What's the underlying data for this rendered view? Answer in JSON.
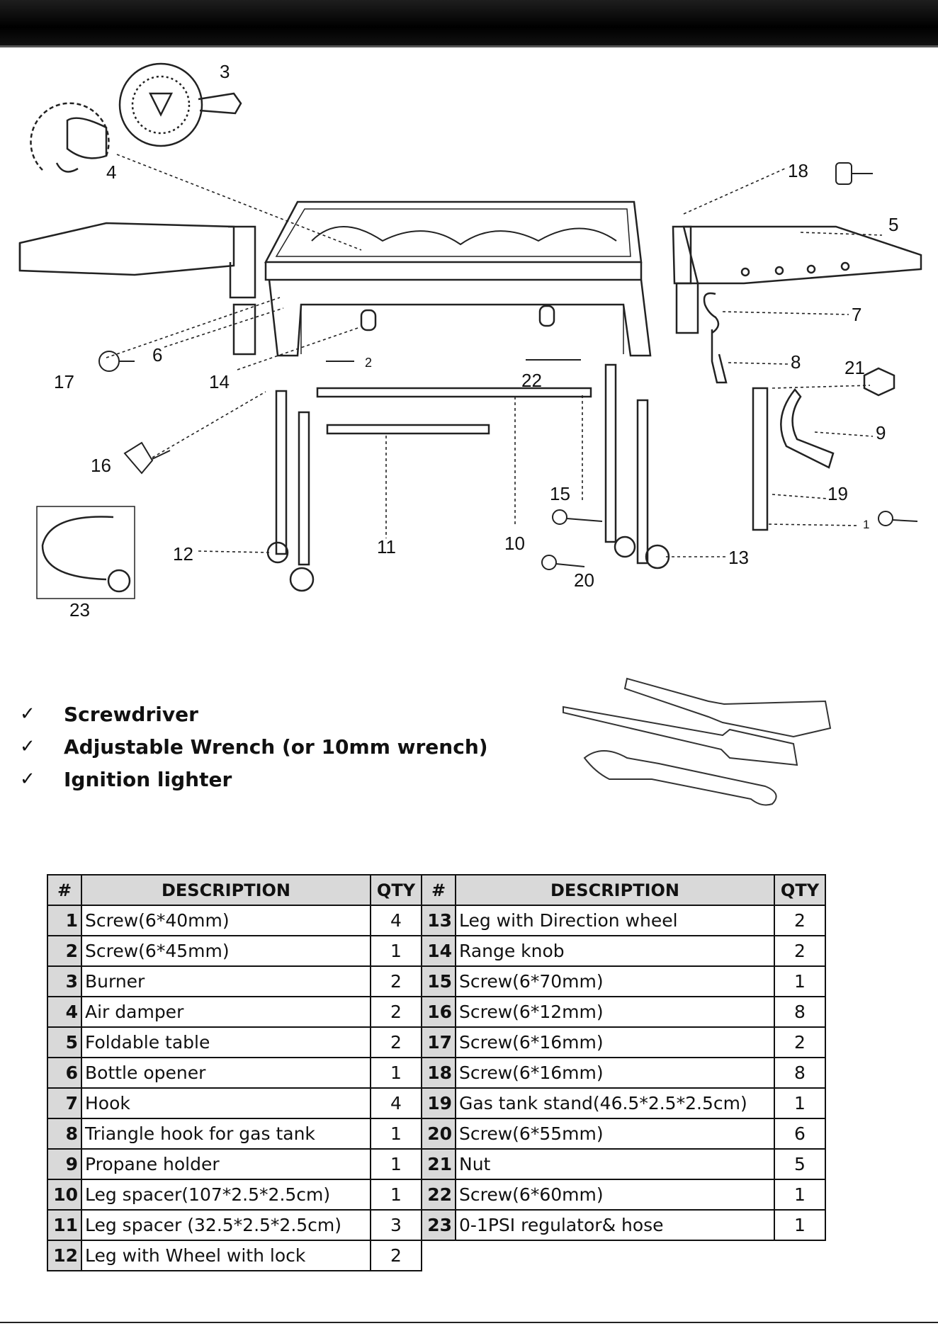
{
  "callouts": [
    "1",
    "2",
    "3",
    "4",
    "5",
    "6",
    "7",
    "8",
    "9",
    "10",
    "11",
    "12",
    "13",
    "14",
    "15",
    "16",
    "17",
    "18",
    "19",
    "20",
    "21",
    "22",
    "23"
  ],
  "tools": [
    {
      "check": "✓",
      "label": "Screwdriver"
    },
    {
      "check": "✓",
      "label": "Adjustable Wrench (or 10mm wrench)"
    },
    {
      "check": "✓",
      "label": "Ignition lighter"
    }
  ],
  "table": {
    "headers": {
      "num": "#",
      "desc": "DESCRIPTION",
      "qty": "QTY"
    },
    "left": [
      {
        "num": "1",
        "desc": "Screw(6*40mm)",
        "qty": "4"
      },
      {
        "num": "2",
        "desc": "Screw(6*45mm)",
        "qty": "1"
      },
      {
        "num": "3",
        "desc": "Burner",
        "qty": "2"
      },
      {
        "num": "4",
        "desc": "Air damper",
        "qty": "2"
      },
      {
        "num": "5",
        "desc": "Foldable table",
        "qty": "2"
      },
      {
        "num": "6",
        "desc": "Bottle opener",
        "qty": "1"
      },
      {
        "num": "7",
        "desc": "Hook",
        "qty": "4"
      },
      {
        "num": "8",
        "desc": "Triangle hook for gas tank",
        "qty": "1"
      },
      {
        "num": "9",
        "desc": "Propane holder",
        "qty": "1"
      },
      {
        "num": "10",
        "desc": "Leg spacer(107*2.5*2.5cm)",
        "qty": "1"
      },
      {
        "num": "11",
        "desc": "Leg spacer (32.5*2.5*2.5cm)",
        "qty": "3"
      },
      {
        "num": "12",
        "desc": "Leg with Wheel with lock",
        "qty": "2"
      }
    ],
    "right": [
      {
        "num": "13",
        "desc": "Leg with Direction wheel",
        "qty": "2"
      },
      {
        "num": "14",
        "desc": "Range knob",
        "qty": "2"
      },
      {
        "num": "15",
        "desc": "Screw(6*70mm)",
        "qty": "1"
      },
      {
        "num": "16",
        "desc": "Screw(6*12mm)",
        "qty": "8"
      },
      {
        "num": "17",
        "desc": "Screw(6*16mm)",
        "qty": "2"
      },
      {
        "num": "18",
        "desc": "Screw(6*16mm)",
        "qty": "8"
      },
      {
        "num": "19",
        "desc": "Gas tank stand(46.5*2.5*2.5cm)",
        "qty": "1"
      },
      {
        "num": "20",
        "desc": "Screw(6*55mm)",
        "qty": "6"
      },
      {
        "num": "21",
        "desc": "Nut",
        "qty": "5"
      },
      {
        "num": "22",
        "desc": "Screw(6*60mm)",
        "qty": "1"
      },
      {
        "num": "23",
        "desc": "0-1PSI regulator& hose",
        "qty": "1"
      }
    ]
  }
}
